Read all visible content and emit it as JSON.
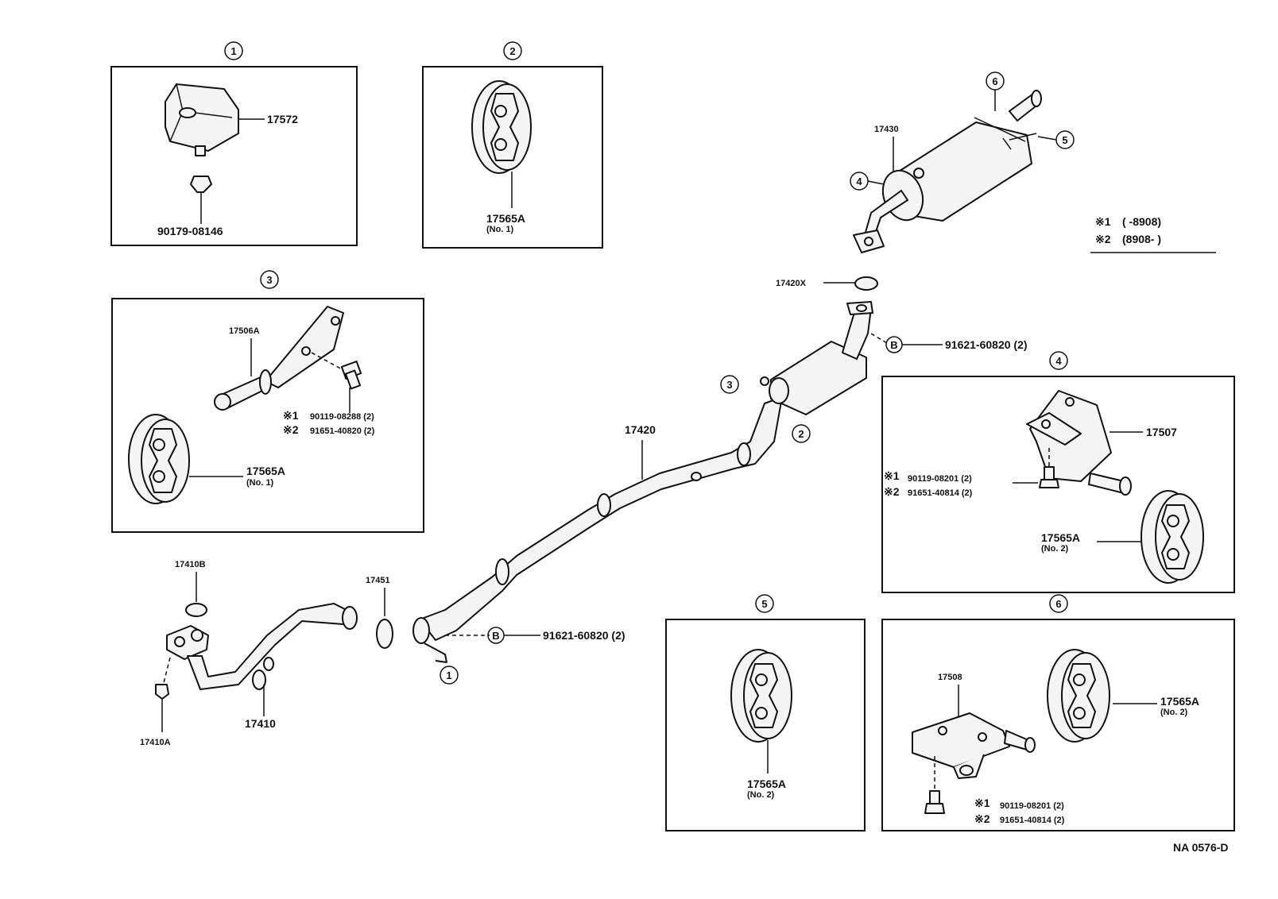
{
  "callouts": {
    "c1": "1",
    "c2": "2",
    "c3": "3",
    "c4": "4",
    "c5": "5",
    "c6": "6",
    "ref_b": "B"
  },
  "parts": {
    "p17572": "17572",
    "p90179": "90179-08146",
    "p17565a": "17565A",
    "no1": "(No. 1)",
    "no2": "(No. 2)",
    "p17506a": "17506A",
    "p90119_08288": "90119-08288 (2)",
    "p91651_40820": "91651-40820 (2)",
    "p17410b": "17410B",
    "p17410": "17410",
    "p17410a": "17410A",
    "p17451": "17451",
    "p91621": "91621-60820 (2)",
    "p17420": "17420",
    "p17420x": "17420X",
    "p17430": "17430",
    "p17507": "17507",
    "p90119_08201": "90119-08201 (2)",
    "p91651_40814": "91651-40814 (2)",
    "p17508": "17508"
  },
  "legend": {
    "mark1": "※1",
    "mark2": "※2",
    "row1": "(        -8908)",
    "row2": "(8908-        )"
  },
  "diagram_code": "NA 0576-D"
}
